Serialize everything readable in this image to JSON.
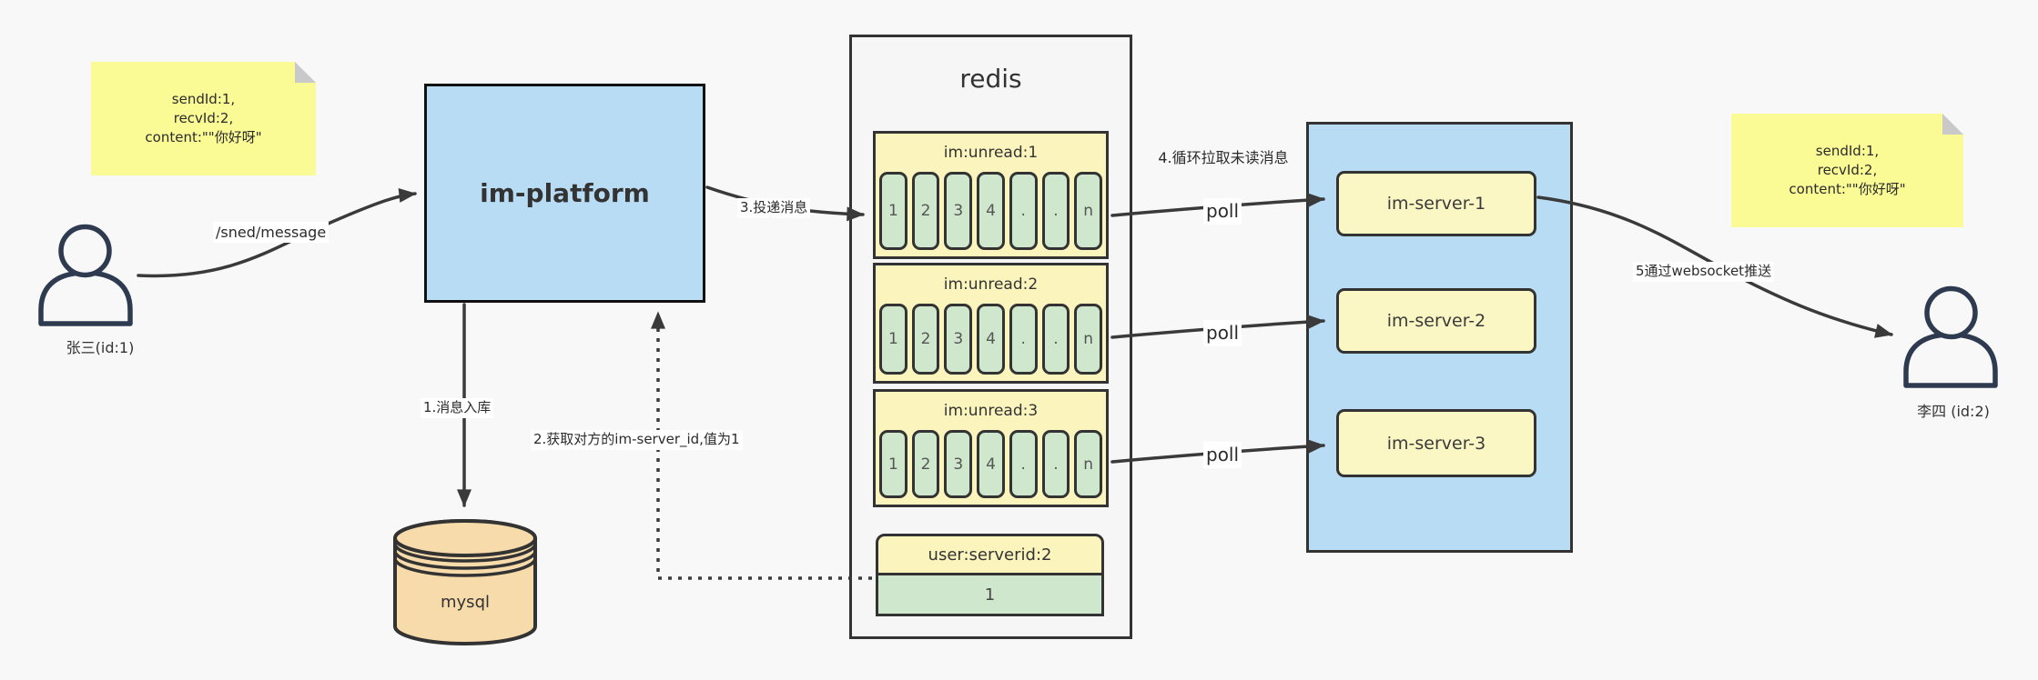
{
  "notes": {
    "left": {
      "lines": [
        "sendId:1,",
        "recvId:2,",
        "content:\"\"你好呀\""
      ]
    },
    "right": {
      "lines": [
        "sendId:1,",
        "recvId:2,",
        "content:\"\"你好呀\""
      ]
    }
  },
  "actors": {
    "sender": "张三(id:1)",
    "receiver": "李四 (id:2)"
  },
  "platform": {
    "label": "im-platform"
  },
  "database": {
    "label": "mysql"
  },
  "redis": {
    "title": "redis",
    "queues": [
      {
        "header": "im:unread:1",
        "cells": [
          "1",
          "2",
          "3",
          "4",
          ".",
          ".",
          "n"
        ]
      },
      {
        "header": "im:unread:2",
        "cells": [
          "1",
          "2",
          "3",
          "4",
          ".",
          ".",
          "n"
        ]
      },
      {
        "header": "im:unread:3",
        "cells": [
          "1",
          "2",
          "3",
          "4",
          ".",
          ".",
          "n"
        ]
      }
    ],
    "kv": {
      "header": "user:serverid:2",
      "value": "1"
    }
  },
  "cluster": {
    "servers": [
      "im-server-1",
      "im-server-2",
      "im-server-3"
    ]
  },
  "labels": {
    "send_endpoint": "/sned/message",
    "step1": "1.消息入库",
    "step2": "2.获取对方的im-server_id,值为1",
    "step3": "3.投递消息",
    "step4": "4.循环拉取未读消息",
    "step5": "5通过websocket推送",
    "poll": "poll"
  },
  "colors": {
    "background": "#f8f8f8",
    "blue_box": "#b9dcf5",
    "sticky_yellow": "#fbfb96",
    "pale_yellow": "#fbf4bd",
    "cell_green": "#cfe7cd",
    "mysql_peach": "#f8dbab",
    "line": "#3a3a3a",
    "person": "#2e3a50"
  }
}
